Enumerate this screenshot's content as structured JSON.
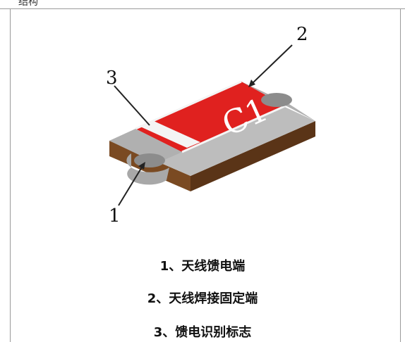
{
  "figure": {
    "corner_text": "结构",
    "part_text": "C1",
    "callouts": {
      "one": "1",
      "two": "2",
      "three": "3"
    },
    "legend": [
      "1、天线馈电端",
      "2、天线焊接固定端",
      "3、馈电识别标志"
    ]
  },
  "colors": {
    "body_red": "#e0211f",
    "terminal_gray": "#a8a8a8",
    "terminal_top_gray": "#bdbdbd",
    "edge_brown": "#7a4a22",
    "edge_brown_dark": "#5a3417",
    "marker_white": "#f4f4f4"
  }
}
